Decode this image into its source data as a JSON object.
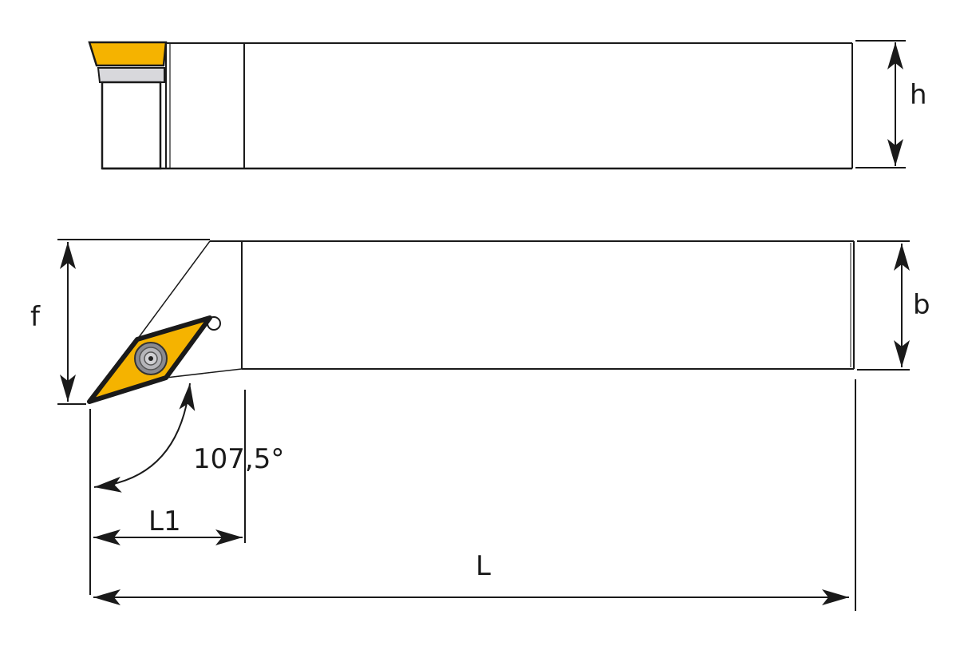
{
  "labels": {
    "h": "h",
    "b": "b",
    "f": "f",
    "angle": "107,5°",
    "L1": "L1",
    "L": "L"
  },
  "colors": {
    "insert": "#f5b300",
    "line": "#1a1a1a",
    "shim": "#d8d8dc"
  }
}
